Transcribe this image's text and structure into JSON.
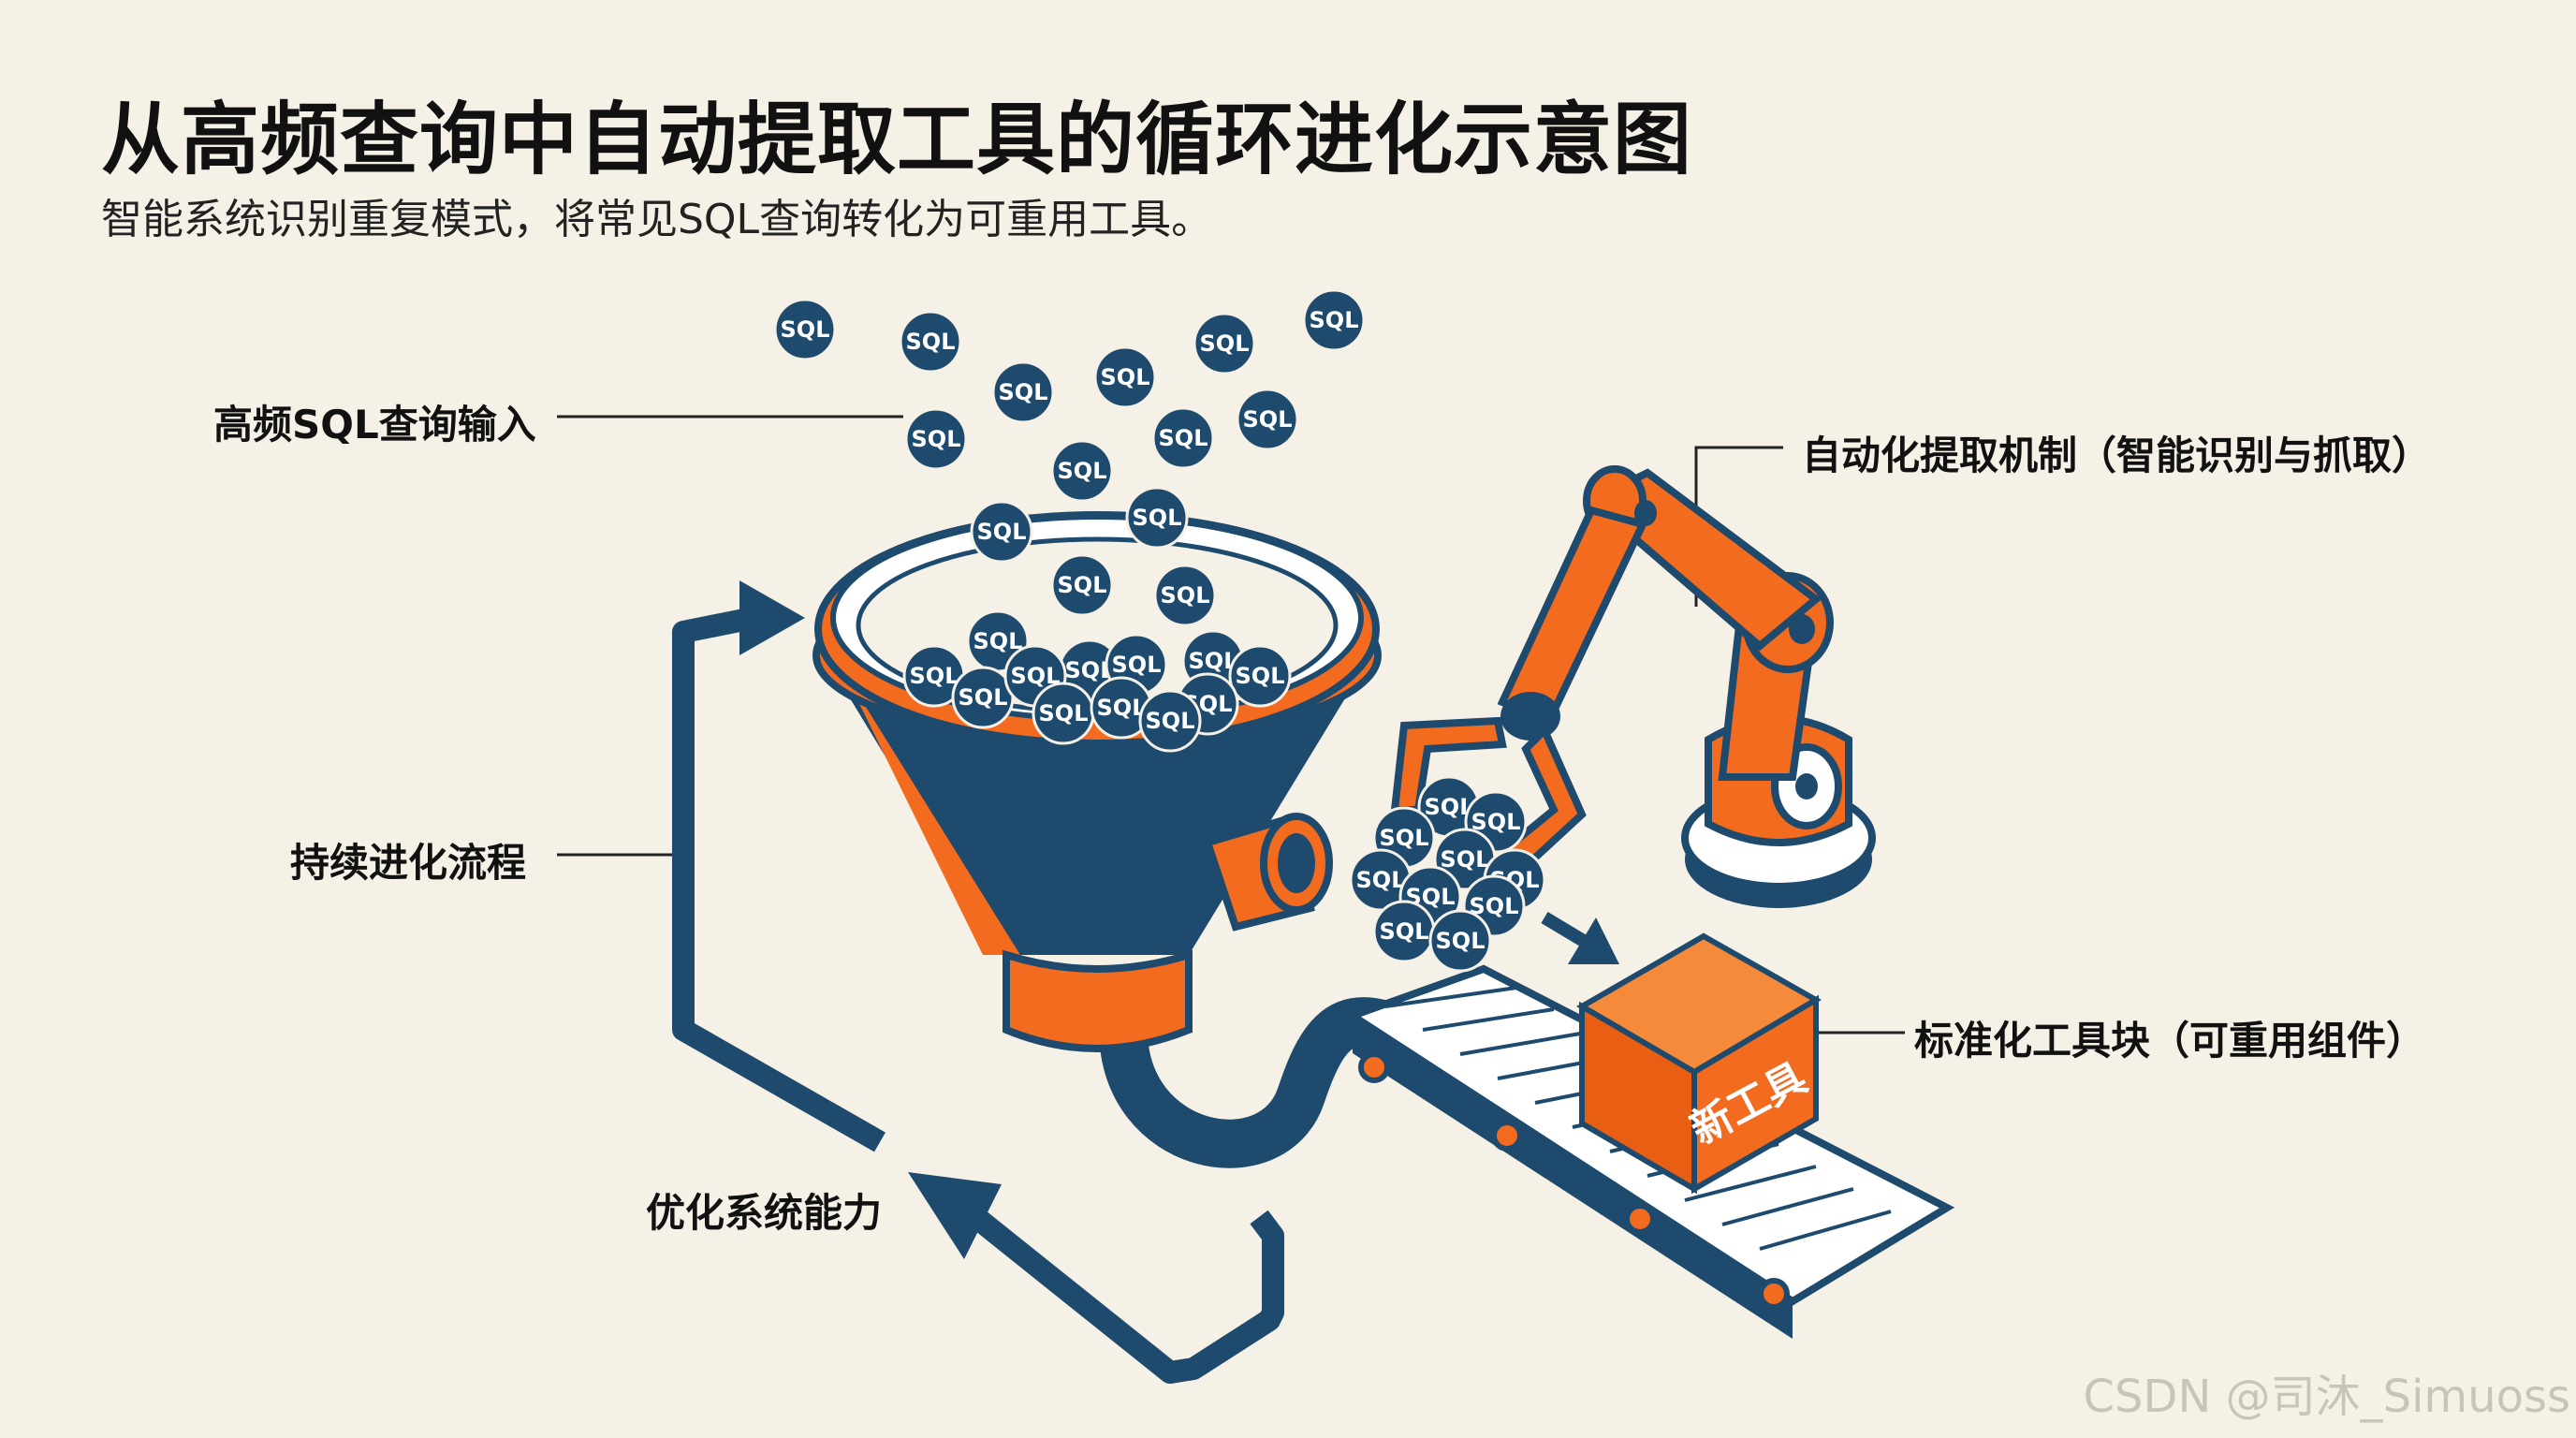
{
  "header": {
    "title": "从高频查询中自动提取工具的循环进化示意图",
    "subtitle": "智能系统识别重复模式，将常见SQL查询转化为可重用工具。"
  },
  "labels": {
    "input": "高频SQL查询输入",
    "extraction": "自动化提取机制（智能识别与抓取）",
    "evolution": "持续进化流程",
    "tool_block": "标准化工具块（可重用组件）",
    "optimize": "优化系统能力"
  },
  "ball_label": "SQL",
  "cube_label": "新工具",
  "watermark": "CSDN @司沐_Simuoss",
  "colors": {
    "background": "#f6f1e6",
    "navy": "#1e4a6e",
    "orange": "#f26b1f",
    "text": "#111111"
  }
}
